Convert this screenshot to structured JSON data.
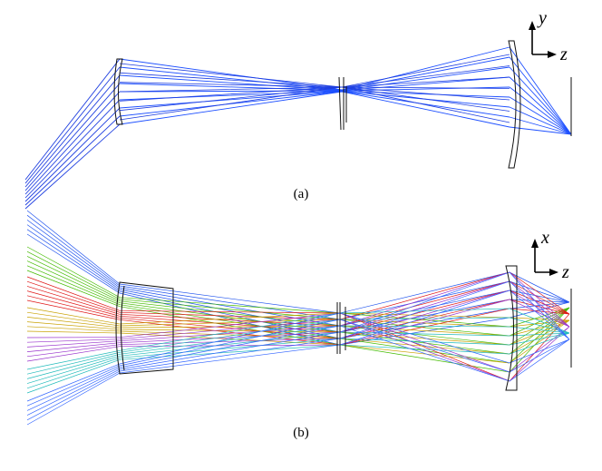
{
  "panels": [
    {
      "caption": "(a)",
      "axis_labels": {
        "vertical": "y",
        "horizontal": "z"
      },
      "ray_colors": [
        "#1f3fe0",
        "#1e50ff"
      ]
    },
    {
      "caption": "(b)",
      "axis_labels": {
        "vertical": "x",
        "horizontal": "z"
      },
      "field_colors": [
        "#2255ee",
        "#44bb00",
        "#e01818",
        "#c8a000",
        "#9933cc",
        "#22bbbb",
        "#3366ff"
      ]
    }
  ]
}
